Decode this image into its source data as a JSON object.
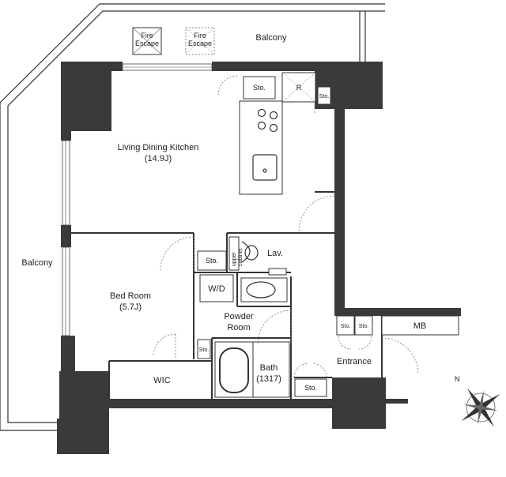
{
  "rooms": {
    "ldk_name": "Living Dining Kitchen",
    "ldk_size": "(14.9J)",
    "bed_name": "Bed Room",
    "bed_size": "(5.7J)",
    "powder_line1": "Powder",
    "powder_line2": "Room",
    "bath_name": "Bath",
    "bath_size": "(1317)",
    "wic": "WIC",
    "entrance": "Entrance",
    "mb": "MB",
    "lav": "Lav.",
    "wd": "W/D",
    "r": "R",
    "balcony_top": "Balcony",
    "balcony_left": "Balcony"
  },
  "storage": {
    "label": "Sto.",
    "upper_cabinet_line1": "upper",
    "upper_cabinet_line2": "cabinet"
  },
  "fire_escape": {
    "line1": "Fire",
    "line2": "Escape"
  },
  "compass": {
    "north": "N"
  }
}
